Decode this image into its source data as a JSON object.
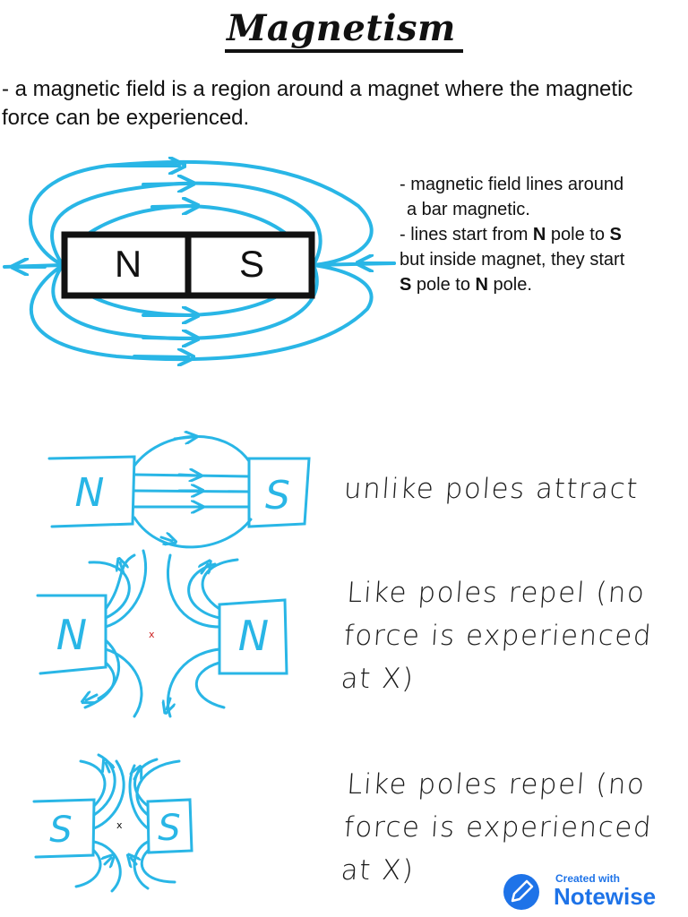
{
  "title": "Magnetism",
  "intro": "- a magnetic field is a region around a magnet where the magnetic force can be experienced.",
  "bar_magnet": {
    "north": "N",
    "south": "S"
  },
  "notes": {
    "line1": "- magnetic field lines around",
    "line2": "a bar magnetic.",
    "line3_pre": "- lines start from ",
    "line3_n": "N",
    "line3_mid": " pole to ",
    "line3_s": "S",
    "line4": "but inside magnet, they start",
    "line5_s": "S",
    "line5_mid": " pole to ",
    "line5_n": "N",
    "line5_end": " pole."
  },
  "sketch_labels": {
    "n": "N",
    "s": "S",
    "x": "x"
  },
  "captions": {
    "unlike": "unlike poles attract",
    "like_n": [
      "Like poles repel (no",
      "force is experienced",
      "at X)"
    ],
    "like_s": [
      "Like poles repel (no",
      "force is experienced",
      "at X)"
    ]
  },
  "brand": {
    "created_with": "Created with",
    "name": "Notewise"
  },
  "colors": {
    "field_line": "#29b6e6",
    "ink": "#111111",
    "brand": "#1e73e8"
  }
}
